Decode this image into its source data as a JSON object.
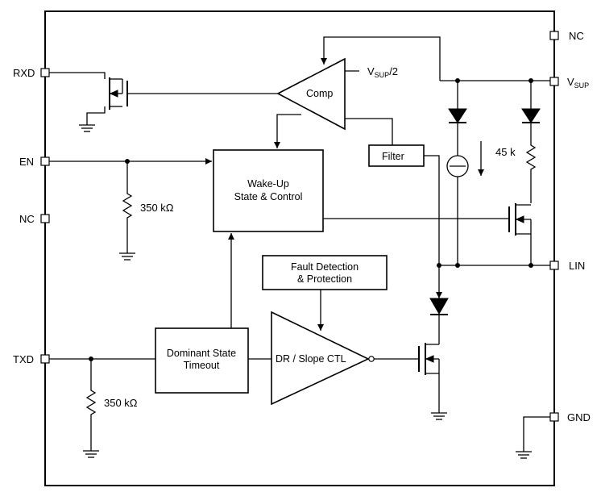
{
  "pins": {
    "rxd": "RXD",
    "en": "EN",
    "nc_left": "NC",
    "txd": "TXD",
    "nc_right": "NC",
    "vsup": "V",
    "vsup_sub": "SUP",
    "lin": "LIN",
    "gnd": "GND"
  },
  "blocks": {
    "comp": "Comp",
    "comp_ref": "V",
    "comp_ref_sub": "SUP",
    "comp_ref_suffix": "/2",
    "filter": "Filter",
    "wakeup_line1": "Wake-Up",
    "wakeup_line2": "State & Control",
    "fault_line1": "Fault Detection",
    "fault_line2": "& Protection",
    "dominant_line1": "Dominant State",
    "dominant_line2": "Timeout",
    "driver": "DR / Slope CTL"
  },
  "components": {
    "r_en": "350 kΩ",
    "r_txd": "350 kΩ",
    "r_lin": "45 k"
  }
}
